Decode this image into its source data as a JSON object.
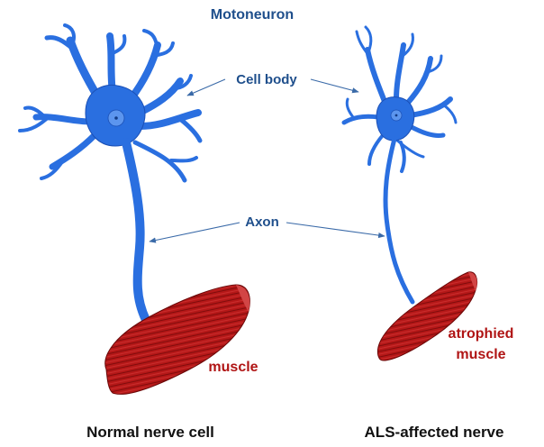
{
  "title": "Motoneuron",
  "labels": {
    "cell_body": "Cell body",
    "axon": "Axon",
    "muscle": "muscle",
    "atrophied_line1": "atrophied",
    "atrophied_line2": "muscle"
  },
  "captions": {
    "normal_line1": "Normal nerve cell",
    "als_line1": "ALS-affected nerve"
  },
  "colors": {
    "neuron": "#2a6fe0",
    "muscle": "#b01515",
    "label_blue": "#1f4f8c"
  }
}
